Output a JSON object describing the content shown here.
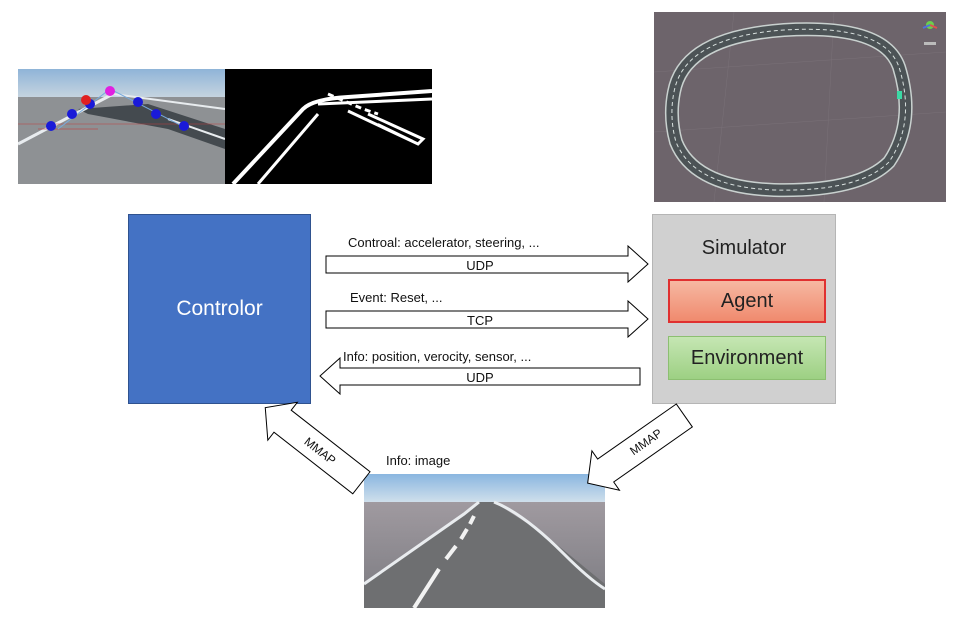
{
  "controller": {
    "label": "Controlor"
  },
  "simulator": {
    "title": "Simulator",
    "agent": "Agent",
    "environment": "Environment"
  },
  "arrows": {
    "control": {
      "label": "Controal: accelerator, steering, ...",
      "protocol": "UDP"
    },
    "event": {
      "label": "Event: Reset, ...",
      "protocol": "TCP"
    },
    "info": {
      "label": "Info: position, verocity, sensor, ...",
      "protocol": "UDP"
    },
    "mmap_left": {
      "label": "MMAP"
    },
    "mmap_right": {
      "label": "MMAP"
    }
  },
  "image_panel": {
    "label": "Info: image"
  },
  "colors": {
    "controller": "#4472C4",
    "simulator": "#D0D0D0",
    "agent": "#F4A58A",
    "agent_border": "#E03030",
    "environment": "#A9D18E"
  },
  "icons": [
    "lane-detection-image",
    "track-overview-image",
    "road-camera-image"
  ]
}
